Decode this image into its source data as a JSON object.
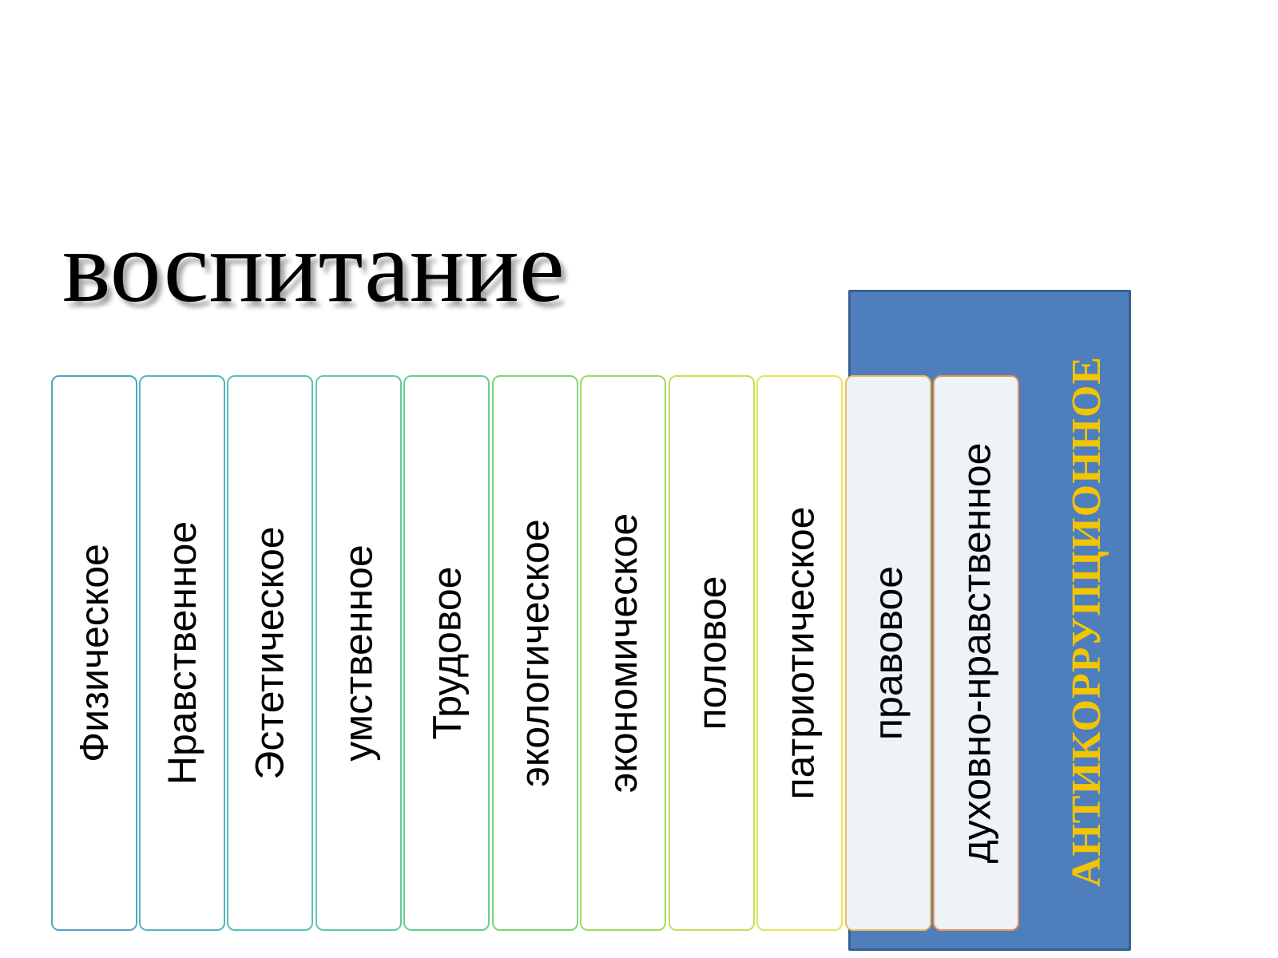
{
  "title": "воспитание",
  "highlight": {
    "label": "АНТИКОРРУПЦИОННОЕ",
    "fill_color": "#4f7ebd",
    "text_color": "#f2c500"
  },
  "columns": [
    {
      "label": "Физическое",
      "border_color": "#4fa3c5"
    },
    {
      "label": "Нравственное",
      "border_color": "#52b3c3"
    },
    {
      "label": "Эстетическое",
      "border_color": "#58c0b8"
    },
    {
      "label": "умственное",
      "border_color": "#5fc9a6"
    },
    {
      "label": "Трудовое",
      "border_color": "#68cf8c"
    },
    {
      "label": "экологическое",
      "border_color": "#7fd573"
    },
    {
      "label": "экономическое",
      "border_color": "#9fda5f"
    },
    {
      "label": "половое",
      "border_color": "#c3e05a"
    },
    {
      "label": "патриотическое",
      "border_color": "#e4e45a"
    },
    {
      "label": "правовое",
      "border_color": "#ecbe55"
    },
    {
      "label": "духовно-нравственное",
      "border_color": "#e8944a"
    }
  ]
}
